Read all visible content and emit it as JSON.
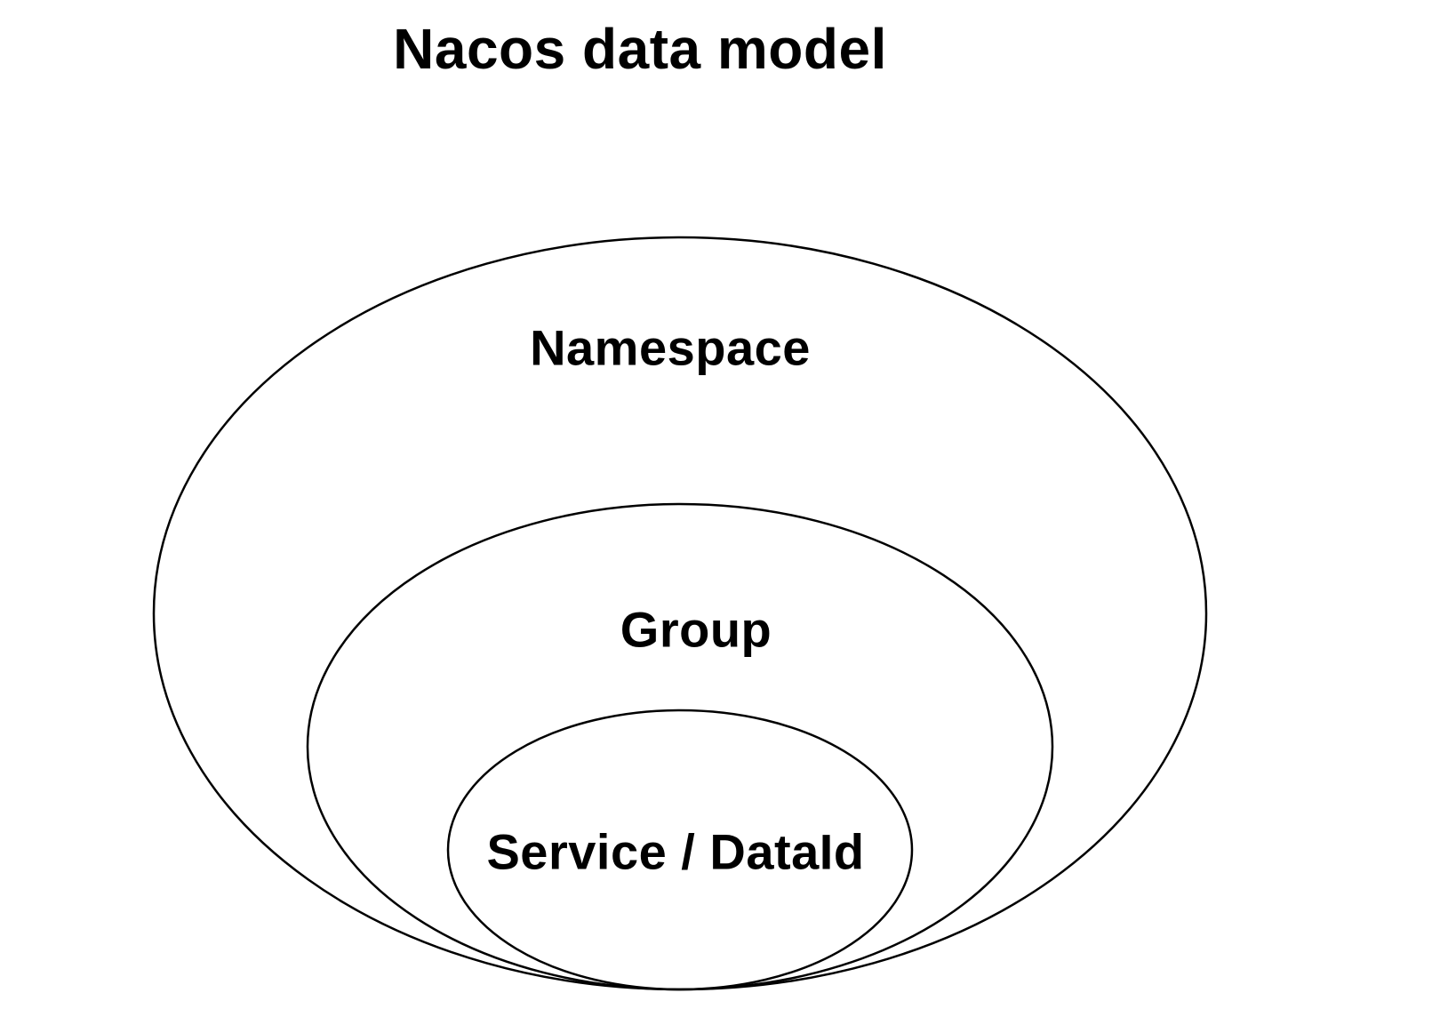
{
  "page": {
    "title": "Nacos data model",
    "background_color": "#ffffff"
  },
  "diagram": {
    "type": "nested-ellipses",
    "stroke_color": "#000000",
    "text_color": "#000000",
    "levels": [
      {
        "label": "Namespace"
      },
      {
        "label": "Group"
      },
      {
        "label": "Service / DataId"
      }
    ]
  }
}
